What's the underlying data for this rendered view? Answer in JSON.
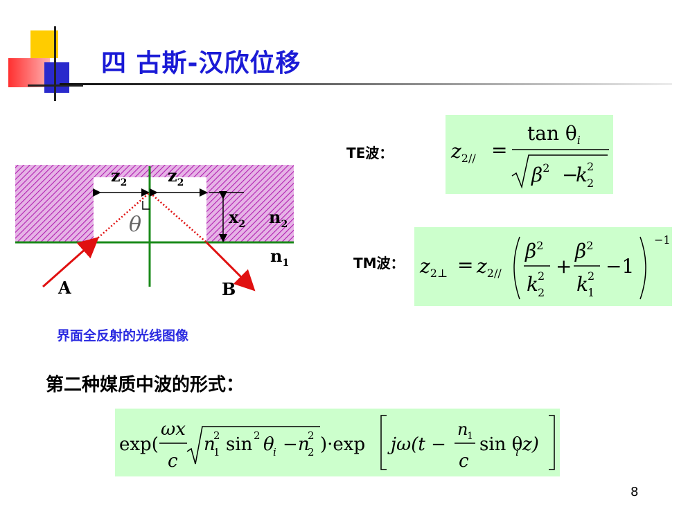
{
  "slide": {
    "title": "四 古斯-汉欣位移",
    "page_number": "8"
  },
  "diagram": {
    "label_z_left": "z",
    "label_z_right": "z",
    "label_sub_2": "2",
    "label_x": "x",
    "label_n2": "n",
    "label_n1": "n",
    "sub_n1": "1",
    "label_theta": "θ",
    "label_A": "A",
    "label_B": "B",
    "caption": "界面全反射的光线图像"
  },
  "te": {
    "label": "TE波：",
    "lhs": "z",
    "lhs_sub": "2//",
    "eq": "=",
    "numerator": "tan θ",
    "num_sub": "i",
    "beta": "β",
    "sup2": "2",
    "minus": "−",
    "k": "k",
    "k_sub": "2"
  },
  "tm": {
    "label": "TM波：",
    "lhs": "z",
    "lhs_sub": "2⊥",
    "eq": "=",
    "z": "z",
    "z_sub": "2//",
    "beta": "β",
    "sup2": "2",
    "k": "k",
    "k2_sub": "2",
    "k1_sub": "1",
    "plus": "+",
    "minus_one": "−1",
    "sup_neg1": "−1"
  },
  "wave": {
    "heading": "第二种媒质中波的形式：",
    "exp1": "exp(",
    "omega_x": "ωx",
    "c": "c",
    "n1": "n",
    "n1_sub": "1",
    "sup2": "2",
    "sin2": "sin",
    "theta_i": "θ",
    "i": "i",
    "minus": "−",
    "n2": "n",
    "n2_sub": "2",
    "close_dot_exp": ")·exp",
    "j_omega": "jω(t −",
    "n1_frac": "n",
    "sin": "sin θ",
    "z_close": "z)"
  },
  "colors": {
    "title": "#1a1ad6",
    "caption": "#2a2ae0",
    "formula_bg": "#ccffcc",
    "hatch": "#cc33cc",
    "ray": "#e01010",
    "interface": "#1a8a1a"
  }
}
